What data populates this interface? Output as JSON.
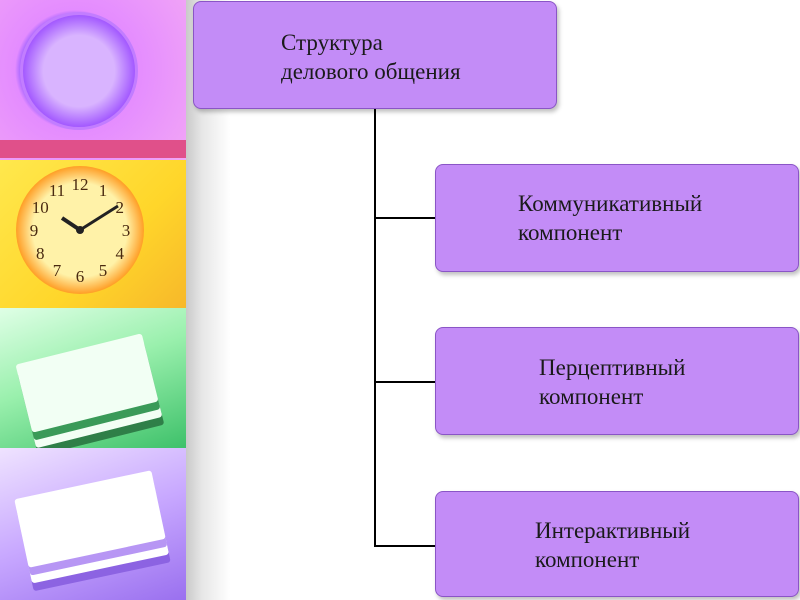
{
  "diagram": {
    "root": {
      "line1": "Структура",
      "line2": "делового общения"
    },
    "children": [
      {
        "line1": "Коммуникативный",
        "line2": "компонент"
      },
      {
        "line1": "Перцептивный",
        "line2": "компонент"
      },
      {
        "line1": "Интерактивный",
        "line2": "компонент"
      }
    ]
  },
  "colors": {
    "box_fill": "#c38cf7",
    "box_border": "#8a55c6",
    "connector": "#000000"
  },
  "decor": {
    "panels": [
      "purple-clock-photo",
      "yellow-clock-photo",
      "green-papers-photo",
      "violet-papers-photo"
    ],
    "clock2_numbers": [
      "12",
      "1",
      "2",
      "3",
      "4",
      "5",
      "6",
      "7",
      "8",
      "9",
      "10",
      "11"
    ]
  }
}
